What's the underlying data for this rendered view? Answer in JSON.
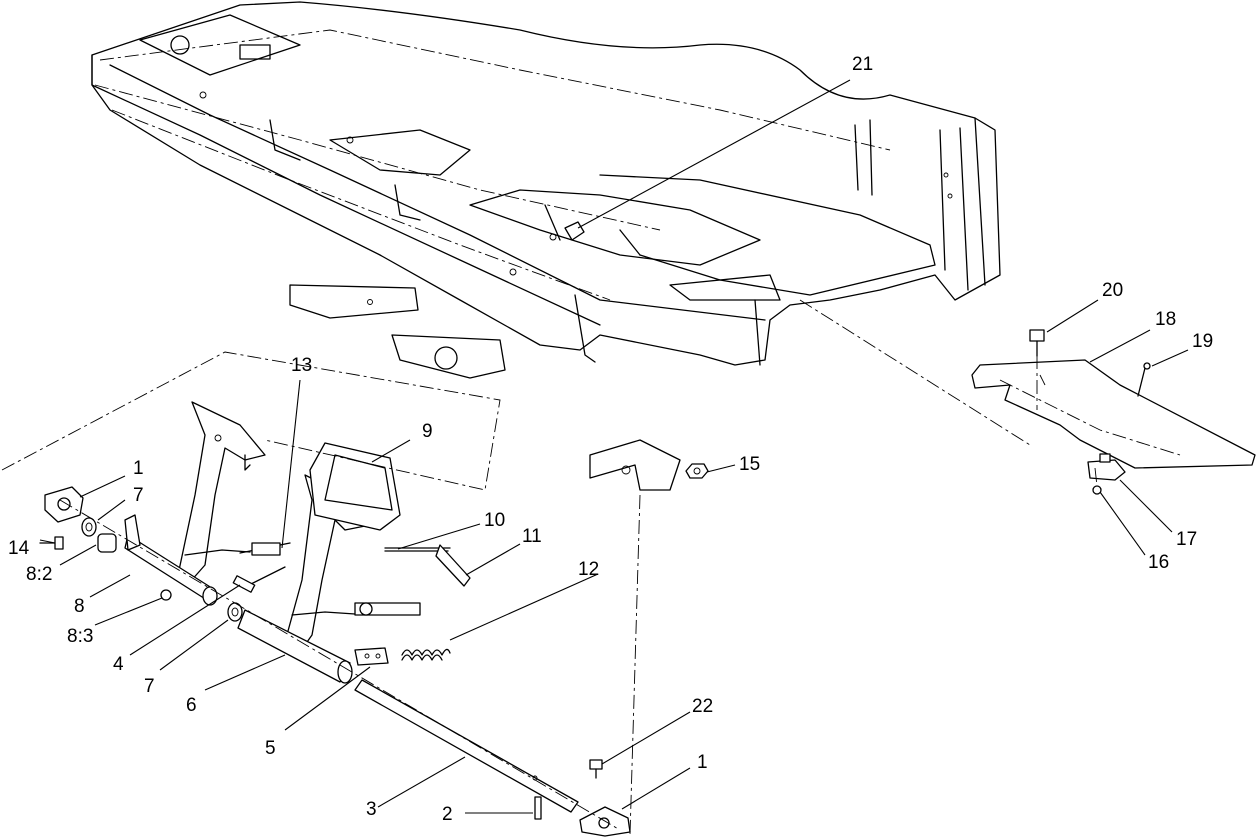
{
  "callouts": [
    {
      "id": "c21",
      "label": "21"
    },
    {
      "id": "c20",
      "label": "20"
    },
    {
      "id": "c18",
      "label": "18"
    },
    {
      "id": "c19",
      "label": "19"
    },
    {
      "id": "c13",
      "label": "13"
    },
    {
      "id": "c9",
      "label": "9"
    },
    {
      "id": "c1a",
      "label": "1"
    },
    {
      "id": "c7a",
      "label": "7"
    },
    {
      "id": "c14",
      "label": "14"
    },
    {
      "id": "c82",
      "label": "8:2"
    },
    {
      "id": "c8",
      "label": "8"
    },
    {
      "id": "c83",
      "label": "8:3"
    },
    {
      "id": "c4",
      "label": "4"
    },
    {
      "id": "c7b",
      "label": "7"
    },
    {
      "id": "c6",
      "label": "6"
    },
    {
      "id": "c5",
      "label": "5"
    },
    {
      "id": "c10",
      "label": "10"
    },
    {
      "id": "c11",
      "label": "11"
    },
    {
      "id": "c12",
      "label": "12"
    },
    {
      "id": "c15",
      "label": "15"
    },
    {
      "id": "c17",
      "label": "17"
    },
    {
      "id": "c16",
      "label": "16"
    },
    {
      "id": "c22",
      "label": "22"
    },
    {
      "id": "c1b",
      "label": "1"
    },
    {
      "id": "c3",
      "label": "3"
    },
    {
      "id": "c2",
      "label": "2"
    }
  ]
}
